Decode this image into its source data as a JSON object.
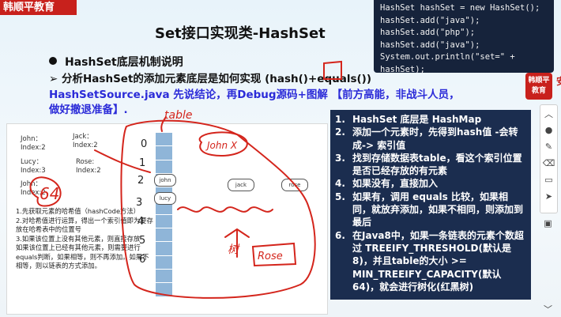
{
  "logo": "韩顺平教育",
  "title": "Set接口实现类-HashSet",
  "code": [
    "HashSet hashSet = new HashSet();",
    "hashSet.add(\"java\");",
    "hashSet.add(\"php\");",
    "hashSet.add(\"java\");",
    "System.out.println(\"set=\" + hashSet);"
  ],
  "bullet": "HashSet底层机制说明",
  "question": "➢ 分析HashSet的添加元素底层是如何实现 (hash()+equals())",
  "goal_line1": "HashSetSource.java 先说结论，再Debug源码+图解 【前方高能，非战斗人员，",
  "goal_line2": "做好撤退准备】.",
  "diagram": {
    "john1": "John：\nIndex:2",
    "jack": "Jack：\nIndex:2",
    "lucy": "Lucy：\nIndex:3",
    "rose": "Rose:\nIndex:2",
    "john2": "John：\nIndex:2",
    "node_john": "john",
    "node_lucy": "lucy",
    "node_jack": "jack",
    "node_rose": "rose",
    "notes": "1.先获取元素的哈希值（hashCode方法）\n2.对哈希值进行运算，得出一个索引值即为要存放在哈希表中的位置号\n3.如果该位置上没有其他元素，则直接存放\n如果该位置上已经有其他元素，则需要进行equals判断，如果相等，则不再添加。如果不相等，则以链表的方式添加。"
  },
  "steps": [
    {
      "num": "1.",
      "text": "HashSet 底层是 HashMap"
    },
    {
      "num": "2.",
      "text": "添加一个元素时，先得到hash值 -会转成-> 索引值"
    },
    {
      "num": "3.",
      "text": "找到存储数据表table，看这个索引位置是否已经存放的有元素"
    },
    {
      "num": "4.",
      "text": "如果没有，直接加入"
    },
    {
      "num": "5.",
      "text": "如果有，调用 equals 比较，如果相同，就放弃添加，如果不相同，则添加到最后"
    },
    {
      "num": "6.",
      "text": "在Java8中，如果一条链表的元素个数超过 TREEIFY_THRESHOLD(默认是 8)，并且table的大小 >= MIN_TREEIFY_CAPACITY(默认64)，就会进行树化(红黑树)"
    }
  ],
  "badge": "韩顺平\n教育",
  "edge_char": "安",
  "handwriting": {
    "table": "table",
    "john": "John X",
    "num64": "64",
    "tree": "树",
    "rose": "Rose",
    "index0": "0",
    "index1": "1",
    "index2": "2",
    "index3": "3",
    "index4": "4",
    "index5": "5",
    "index6": "6"
  },
  "icons": [
    "chevron-up-icon",
    "palette-icon",
    "pen-icon",
    "eraser-icon",
    "monitor-icon",
    "pointer-icon",
    "image-icon",
    "chevron-down-icon"
  ]
}
